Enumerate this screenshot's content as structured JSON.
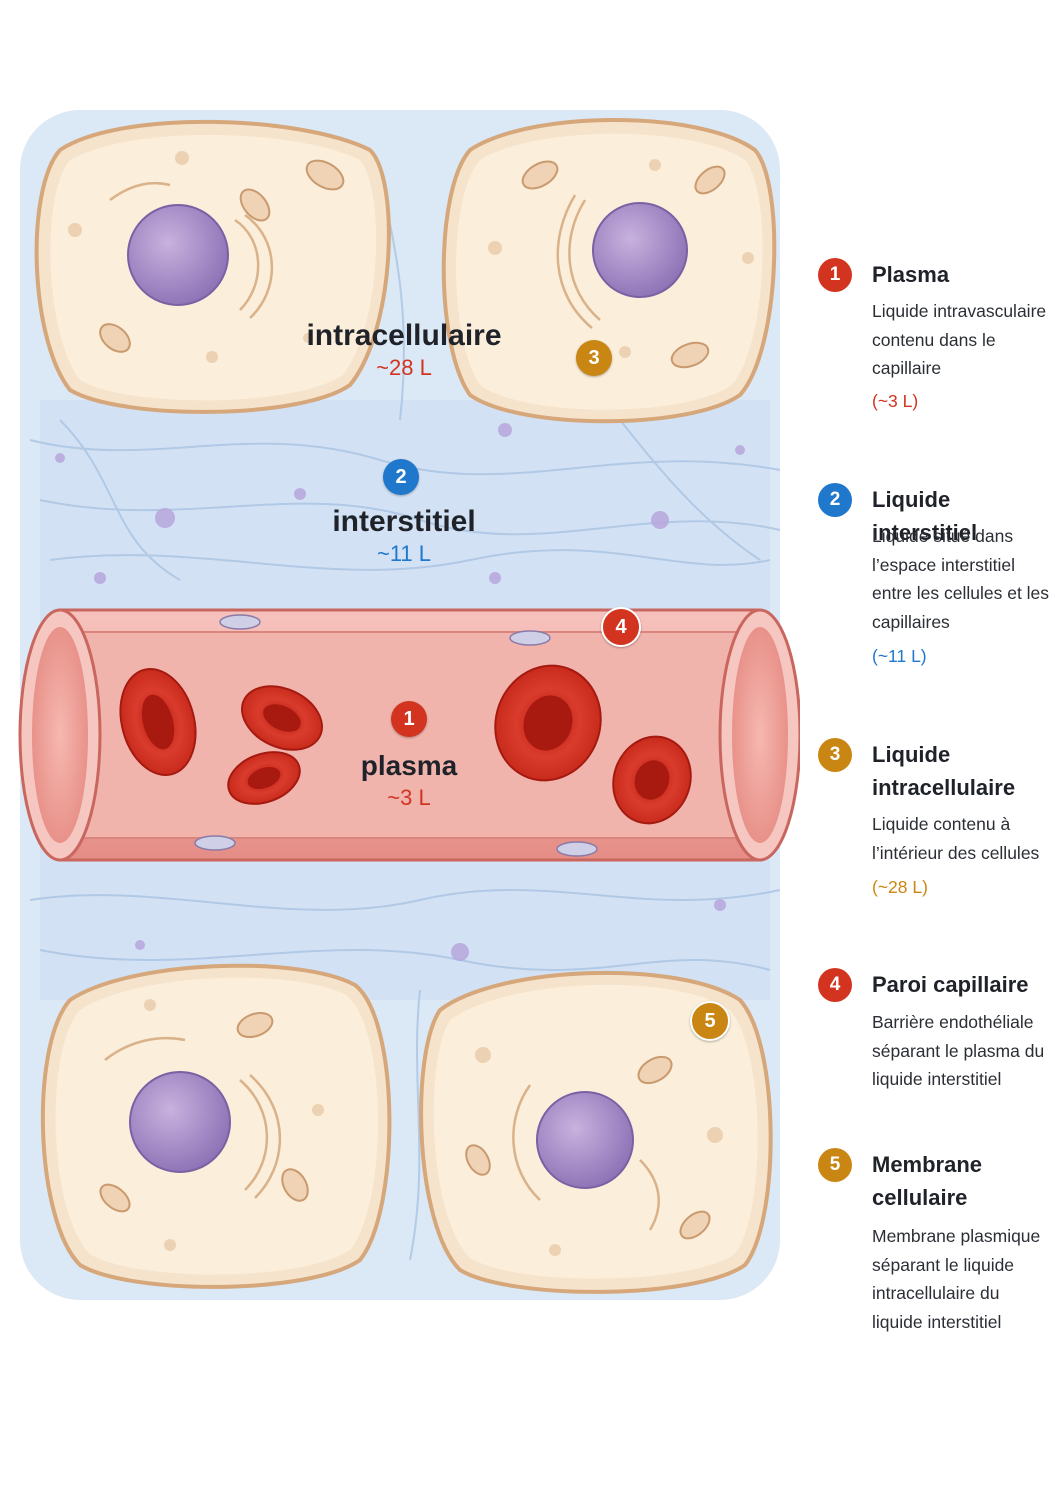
{
  "colors": {
    "plasma": "#d3341f",
    "interstitial": "#1f78cc",
    "intracellular": "#c98612",
    "wall": "#d3341f",
    "membrane": "#c98612"
  },
  "areas": {
    "intracellular": {
      "name": "intracellulaire",
      "volume": "~28 L"
    },
    "interstitial": {
      "name": "interstitiel",
      "volume": "~11 L"
    },
    "plasma": {
      "name": "plasma",
      "volume": "~3 L"
    }
  },
  "markers": {
    "m1": "1",
    "m2": "2",
    "m3": "3",
    "m4": "4",
    "m5": "5"
  },
  "legend": [
    {
      "number": "1",
      "title": "Plasma",
      "description": "Liquide intravasculaire contenu dans le capillaire",
      "volume": "(~3 L)"
    },
    {
      "number": "2",
      "title": "Liquide interstitiel",
      "description": "Liquide situé dans l’espace interstitiel entre les cellules et les capillaires",
      "volume": "(~11 L)"
    },
    {
      "number": "3",
      "title": "Liquide intracellulaire",
      "description": "Liquide contenu à l’intérieur des cellules",
      "volume": "(~28 L)"
    },
    {
      "number": "4",
      "title": "Paroi capillaire",
      "description": "Barrière endothéliale séparant le plasma du liquide interstitiel"
    },
    {
      "number": "5",
      "title": "Membrane cellulaire",
      "description": "Membrane plasmique séparant le liquide intracellulaire du liquide interstitiel"
    }
  ]
}
